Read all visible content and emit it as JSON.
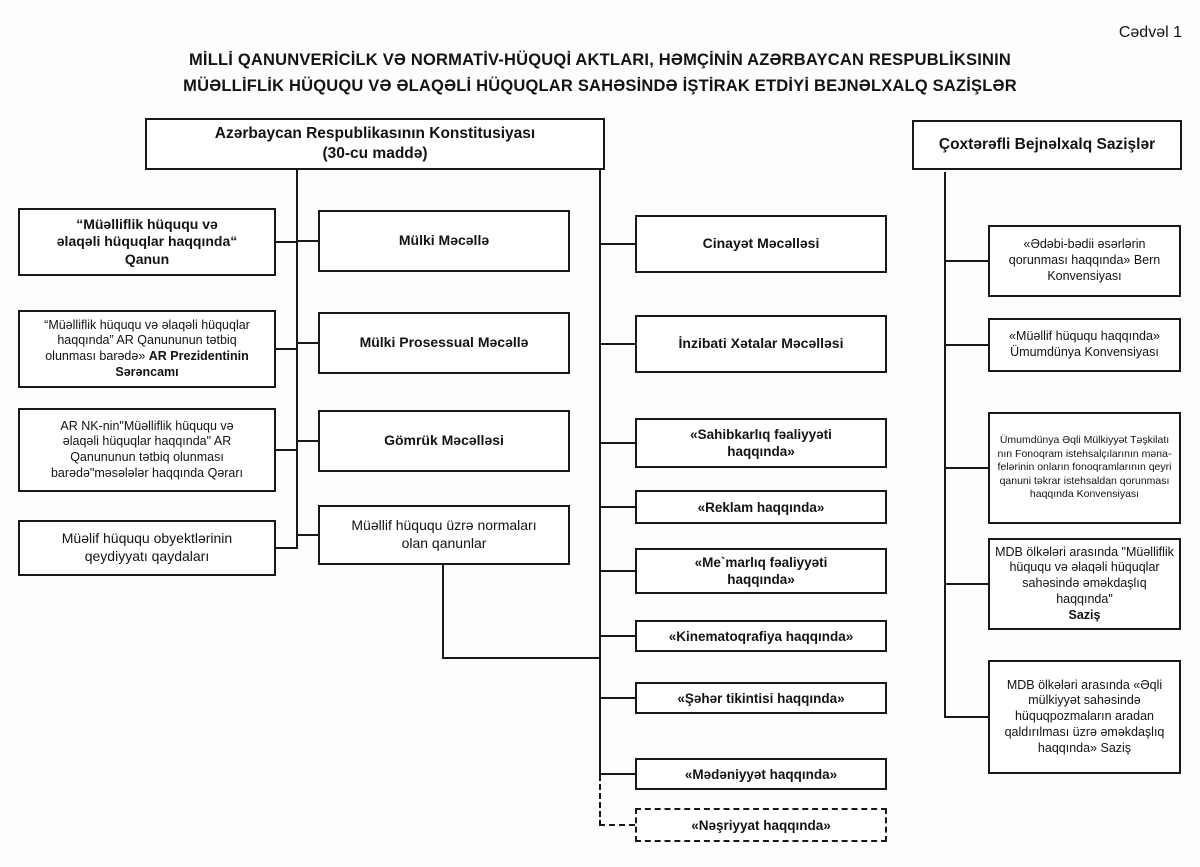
{
  "page": {
    "corner_label": "Cədvəl 1",
    "title": "MİLLİ QANUNVERİCİLK VƏ NORMATİV-HÜQUQİ AKTLARI, HƏMÇİNİN AZƏRBAYCAN RESPUBLİKSININ\nMÜƏLLİFLİK HÜQUQU VƏ ƏLAQƏLİ HÜQUQLAR SAHƏSİNDƏ İŞTİRAK ETDİYİ BEJNƏLXALQ  SAZİŞLƏR"
  },
  "roots": {
    "constitution": "Azərbaycan  Respublikasının Konstitusiyası\n(30-cu maddə)",
    "international_header": "Çoxtərəfli Bejnəlxalq Sazişlər"
  },
  "left_column": {
    "copyright_law": "“Müəlliflik hüququ və\nəlaqəli hüquqlar haqqında“\nQanun",
    "presidential_decree_regular": "“Müəlliflik hüququ və əlaqəli hüquqlar\nhaqqında” AR Qanununun tətbiq\nolunması barədə» ",
    "presidential_decree_bold": "AR Prezidentinin\nSərəncamı",
    "cabinet_decision": "AR NK-nin\"Müəlliflik hüququ və\nəlaqəli hüquqlar haqqında\" AR\nQanununun tətbiq olunması\nbarədə\"məsələlər haqqında Qərarı",
    "registration_rules": "Müəlif hüququ obyektlərinin\nqeydiyyatı qaydaları"
  },
  "codes_column": {
    "civil_code": "Mülki Məcəllə",
    "civil_procedure_code": "Mülki Prosessual Məcəllə",
    "customs_code": "Gömrük Məcəlləsi",
    "copyright_norm_laws": "Müəllif hüququ üzrə normaları\nolan qanunlar"
  },
  "laws_column": {
    "criminal_code": "Cinayət Məcəlləsi",
    "administrative_offences_code": "İnzibati Xətalar Məcəlləsi",
    "entrepreneurship_law": "«Sahibkarlıq fəaliyyəti\nhaqqında»",
    "advertising_law": "«Reklam haqqında»",
    "architecture_law": "«Me`marlıq fəaliyyəti\nhaqqında»",
    "cinematography_law": "«Kinematoqrafiya haqqında»",
    "urban_construction_law": "«Şəhər tikintisi haqqında»",
    "culture_law": "«Mədəniyyət haqqında»",
    "publishing_law": "«Nəşriyyat haqqında»"
  },
  "international_column": {
    "bern_convention": "«Ədəbi-bədii əsərlərin\nqorunması haqqında» Bern\nKonvensiyası",
    "universal_convention": "«Müəllif hüququ haqqında»\nÜmumdünya Konvensiyası",
    "phonogram_convention": "Ümumdünya Əqli Mülkiyyət  Təşkilatı\nnın Fonoqram istehsalçılarının  məna-\nfelərinin onların fonoqramlarının qeyri\nqanuni təkrar istehsaldan qorunması\nhaqqında Konvensiyası",
    "cis_copyright_agreement_regular": "MDB ölkələri arasında \"Müəlliflik\nhüququ və əlaqəli  hüquqlar\nsahəsində əməkdaşlıq haqqında\"\n",
    "cis_copyright_agreement_bold": "Saziş",
    "cis_ip_agreement": "MDB ölkələri arasında «Əqli\nmülkiyyət sahəsində\nhüquqpozmaların aradan\nqaldırılması üzrə əməkdaşlıq\nhaqqında» Saziş"
  }
}
